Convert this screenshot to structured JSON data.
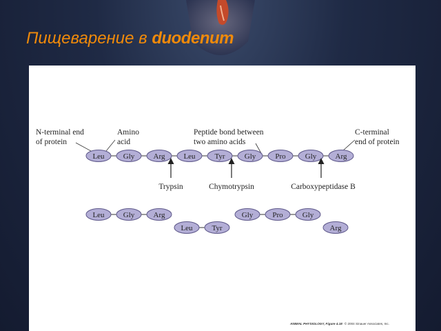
{
  "slide": {
    "title_main": "Пищеварение в ",
    "title_emphasis": "duodenum"
  },
  "figure": {
    "labels": {
      "n_terminal_line1": "N-terminal end",
      "n_terminal_line2": "of protein",
      "amino_line1": "Amino",
      "amino_line2": "acid",
      "peptide_line1": "Peptide bond between",
      "peptide_line2": "two amino acids",
      "c_terminal_line1": "C-terminal",
      "c_terminal_line2": "end of protein"
    },
    "chain": [
      "Leu",
      "Gly",
      "Arg",
      "Leu",
      "Tyr",
      "Gly",
      "Pro",
      "Gly",
      "Arg"
    ],
    "enzymes": [
      "Trypsin",
      "Chymotrypsin",
      "Carboxypeptidase B"
    ],
    "fragments": [
      [
        "Leu",
        "Gly",
        "Arg"
      ],
      [
        "Gly",
        "Pro",
        "Gly"
      ],
      [
        "Leu",
        "Tyr"
      ],
      [
        "Arg"
      ]
    ],
    "credit_source": "ANIMAL PHYSIOLOGY, Figure 4.18",
    "credit_copyright": "© 2004 Sinauer Associates, Inc."
  },
  "colors": {
    "title": "#f08a0a",
    "residue_fill": "#b3aed6",
    "residue_stroke": "#5d5789",
    "background": "#1f2a45"
  }
}
